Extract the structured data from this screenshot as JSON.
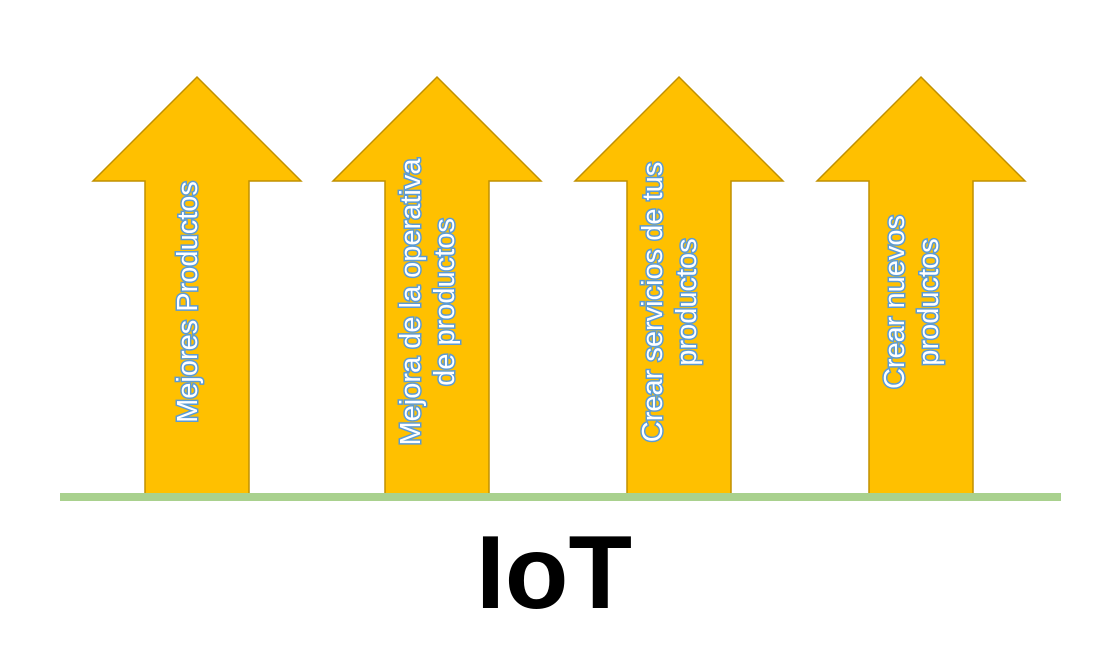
{
  "title": "IoT",
  "colors": {
    "arrow_fill": "#ffc000",
    "arrow_stroke": "#c09000",
    "baseline": "#a9d18e",
    "text_outline": "#5b9bd5"
  },
  "arrows": [
    {
      "lines": [
        "Mejores Productos"
      ]
    },
    {
      "lines": [
        "Mejora de la operativa",
        "de productos"
      ]
    },
    {
      "lines": [
        "Crear servicios de tus",
        "productos"
      ]
    },
    {
      "lines": [
        "Crear nuevos",
        "productos"
      ]
    }
  ]
}
